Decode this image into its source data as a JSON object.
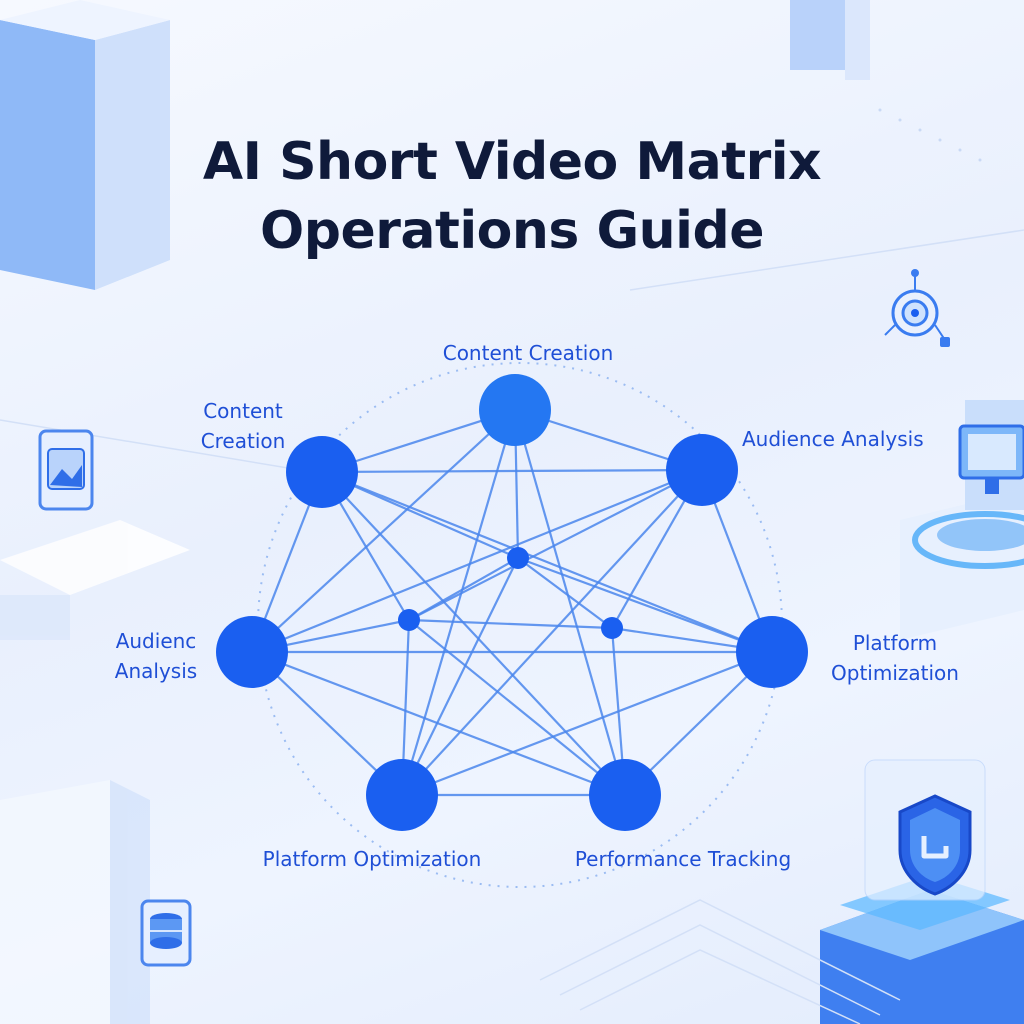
{
  "title": {
    "line1": "AI Short Video Matrix",
    "line2": "Operations Guide"
  },
  "diagram": {
    "nodes": [
      {
        "id": "top",
        "label_lines": [
          "Content Creation"
        ]
      },
      {
        "id": "upper-left",
        "label_lines": [
          "Content",
          "Creation"
        ]
      },
      {
        "id": "upper-right",
        "label_lines": [
          "Audience Analysis"
        ]
      },
      {
        "id": "left",
        "label_lines": [
          "Audienc",
          "Analysis"
        ]
      },
      {
        "id": "right",
        "label_lines": [
          "Platform",
          "Optimization"
        ]
      },
      {
        "id": "bottom-left",
        "label_lines": [
          "Platform Optimization"
        ]
      },
      {
        "id": "bottom-right",
        "label_lines": [
          "Performance Tracking"
        ]
      },
      {
        "id": "hub-center",
        "label_lines": []
      },
      {
        "id": "hub-left",
        "label_lines": []
      },
      {
        "id": "hub-right",
        "label_lines": []
      }
    ],
    "edges": [
      [
        "top",
        "upper-left"
      ],
      [
        "top",
        "upper-right"
      ],
      [
        "top",
        "bottom-left"
      ],
      [
        "top",
        "bottom-right"
      ],
      [
        "top",
        "hub-center"
      ],
      [
        "top",
        "left"
      ],
      [
        "upper-left",
        "upper-right"
      ],
      [
        "upper-left",
        "left"
      ],
      [
        "upper-left",
        "bottom-right"
      ],
      [
        "upper-left",
        "hub-center"
      ],
      [
        "upper-left",
        "hub-left"
      ],
      [
        "upper-left",
        "right"
      ],
      [
        "upper-right",
        "right"
      ],
      [
        "upper-right",
        "bottom-left"
      ],
      [
        "upper-right",
        "hub-right"
      ],
      [
        "upper-right",
        "hub-left"
      ],
      [
        "upper-right",
        "left"
      ],
      [
        "left",
        "hub-left"
      ],
      [
        "left",
        "bottom-left"
      ],
      [
        "left",
        "right"
      ],
      [
        "left",
        "bottom-right"
      ],
      [
        "right",
        "hub-right"
      ],
      [
        "right",
        "bottom-right"
      ],
      [
        "right",
        "hub-center"
      ],
      [
        "right",
        "bottom-left"
      ],
      [
        "bottom-left",
        "bottom-right"
      ],
      [
        "bottom-left",
        "hub-left"
      ],
      [
        "bottom-left",
        "hub-center"
      ],
      [
        "bottom-right",
        "hub-right"
      ],
      [
        "bottom-right",
        "hub-left"
      ],
      [
        "hub-center",
        "hub-left"
      ],
      [
        "hub-center",
        "hub-right"
      ],
      [
        "hub-left",
        "hub-right"
      ]
    ]
  },
  "colors": {
    "node": "#1a5ff0",
    "node_top": "#2477f2",
    "edge": "#4a86ec",
    "label": "#1f4fd6",
    "title": "#0f1a3a"
  },
  "icons": [
    "target-icon",
    "image-card-icon",
    "monitor-icon",
    "database-icon",
    "shield-icon"
  ]
}
